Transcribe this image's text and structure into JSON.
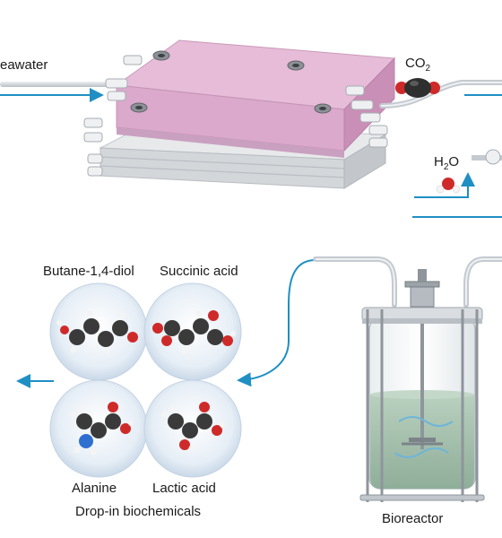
{
  "labels": {
    "seawater": "eawater",
    "co2_main": "CO",
    "co2_sub": "2",
    "h2o_main": "H",
    "h2o_sub": "2",
    "h2o_tail": "O",
    "butanediol": "Butane-1,4-diol",
    "succinic": "Succinic acid",
    "alanine": "Alanine",
    "lactic": "Lactic acid",
    "dropin": "Drop-in biochemicals",
    "bioreactor": "Bioreactor"
  },
  "colors": {
    "arrow": "#1f8fc4",
    "tube": "#c9ced3",
    "electrolyzer_top": "#e2b7d4",
    "electrolyzer_side": "#cf99bf",
    "carbon": "#3a3a3a",
    "oxygen": "#cf2a2a",
    "nitrogen": "#2f6fd0",
    "hydrogen": "#f4f4f4",
    "bubble": "#dfe9f3",
    "liquid": "#a9c4b2"
  }
}
